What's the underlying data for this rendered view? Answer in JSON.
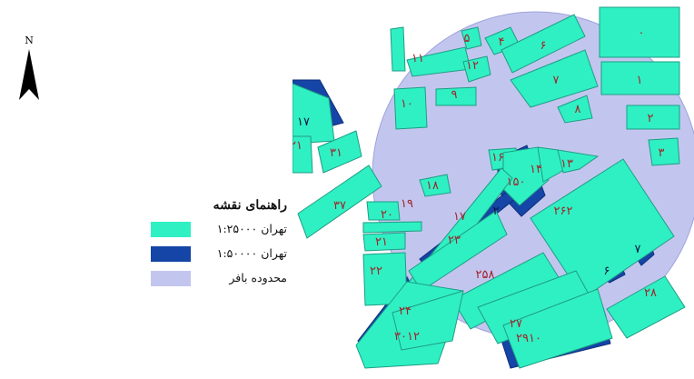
{
  "north": {
    "letter": "N"
  },
  "legend": {
    "title": "راهنمای نقشه",
    "items": [
      {
        "label": "تهران ۱:۲۵۰۰۰",
        "color": "#2ff0c3"
      },
      {
        "label": "تهران ۱:۵۰۰۰۰",
        "color": "#1545a7"
      },
      {
        "label": "محدوده بافر",
        "color": "#c2c6ef"
      }
    ]
  },
  "colors": {
    "sheet_25000": "#2ff0c3",
    "sheet_50000": "#1545a7",
    "buffer": "#c2c6ef",
    "sheet_outline": "#1e9d84",
    "label": "#a3222a"
  },
  "map": {
    "labels": [
      "۰",
      "۱",
      "۲",
      "۳",
      "۴",
      "۵",
      "۶",
      "۷",
      "۸",
      "۹",
      "۱۰",
      "۱۱",
      "۱۲",
      "۱۳",
      "۱۴",
      "۱۵۰",
      "۱۶",
      "۱۷",
      "۱۸",
      "۱۹",
      "۲۰",
      "۲۱",
      "۲۲",
      "۲۳",
      "۲۴",
      "۲۵۸",
      "۲۶۲",
      "۲۷",
      "۲۸",
      "۲۹۱۰",
      "۳۰۱۲",
      "۳۱",
      "۳۷",
      "۱۷",
      "۲۱",
      "۲",
      "۶",
      "۷"
    ]
  }
}
